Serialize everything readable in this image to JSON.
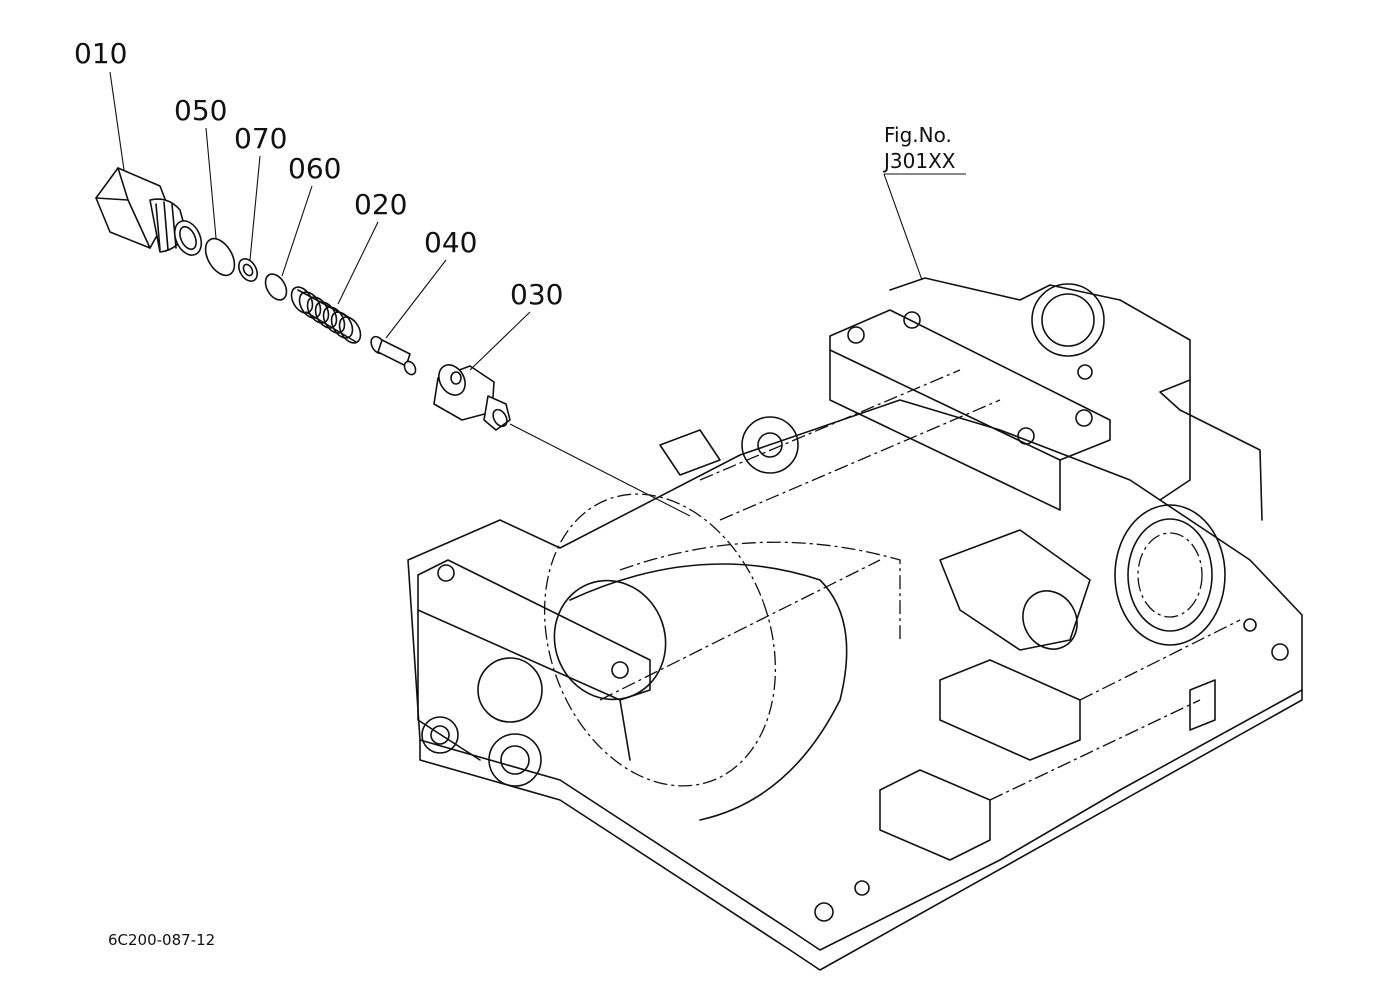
{
  "figure": {
    "fig_label": "Fig.No.",
    "fig_number": "J301XX",
    "drawing_code": "6C200-087-12"
  },
  "callouts": [
    {
      "id": "010"
    },
    {
      "id": "050"
    },
    {
      "id": "070"
    },
    {
      "id": "060"
    },
    {
      "id": "020"
    },
    {
      "id": "040"
    },
    {
      "id": "030"
    }
  ],
  "colors": {
    "ink": "#111111",
    "paper": "#ffffff"
  }
}
